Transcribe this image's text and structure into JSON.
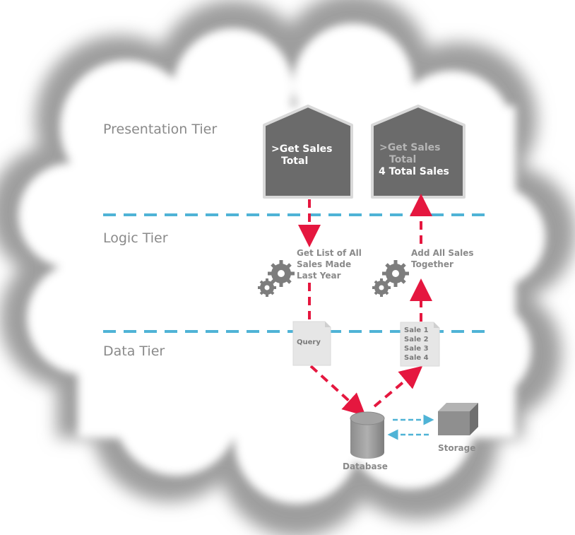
{
  "tiers": {
    "presentation": "Presentation Tier",
    "logic": "Logic Tier",
    "data": "Data Tier"
  },
  "request_house": {
    "line1": ">Get Sales",
    "line2": "Total"
  },
  "response_house": {
    "line1": ">Get Sales",
    "line2": "Total",
    "line3": "4 Total Sales"
  },
  "logic_steps": {
    "left": [
      "Get List of All",
      "Sales Made",
      "Last Year"
    ],
    "right": [
      "Add All Sales",
      "Together"
    ]
  },
  "documents": {
    "query": "Query",
    "sales": [
      "Sale 1",
      "Sale 2",
      "Sale 3",
      "Sale 4"
    ]
  },
  "nodes": {
    "database": "Database",
    "storage": "Storage"
  },
  "colors": {
    "house_fill": "#6b6b6b",
    "house_border": "#d9d9d9",
    "arrow_red": "#e5173f",
    "divider_blue": "#4fb3d6",
    "tier_text": "#8a8a8a",
    "dim_text": "#b5b5b5",
    "cloud_shadow": "#9e9e9e"
  }
}
